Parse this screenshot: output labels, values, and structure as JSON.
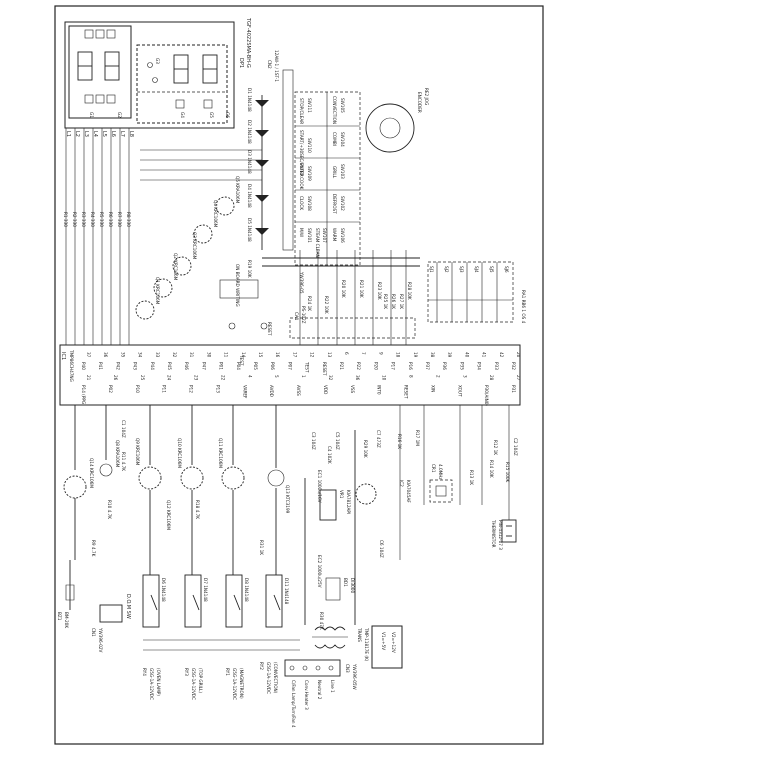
{
  "ic1": {
    "name": "IC1",
    "part": "TMP86CH47NG",
    "pins": [
      {
        "n": "37",
        "p": "P40"
      },
      {
        "n": "36",
        "p": "P41"
      },
      {
        "n": "35",
        "p": "P42"
      },
      {
        "n": "34",
        "p": "P43"
      },
      {
        "n": "33",
        "p": "P44"
      },
      {
        "n": "32",
        "p": "P45"
      },
      {
        "n": "31",
        "p": "P46"
      },
      {
        "n": "30",
        "p": "P47"
      },
      {
        "n": "11",
        "p": "P01"
      },
      {
        "n": "14",
        "p": "P04"
      },
      {
        "n": "15",
        "p": "P05"
      },
      {
        "n": "16",
        "p": "P06"
      },
      {
        "n": "17",
        "p": "P07"
      },
      {
        "n": "12",
        "p": "TEST"
      },
      {
        "n": "13",
        "p": "RESET"
      },
      {
        "n": "6",
        "p": "P21"
      },
      {
        "n": "7",
        "p": "P22"
      },
      {
        "n": "9",
        "p": "P20"
      },
      {
        "n": "18",
        "p": "P17"
      },
      {
        "n": "19",
        "p": "P16"
      },
      {
        "n": "38",
        "p": "P37"
      },
      {
        "n": "39",
        "p": "P36"
      },
      {
        "n": "40",
        "p": "P35"
      },
      {
        "n": "41",
        "p": "P34"
      },
      {
        "n": "42",
        "p": "P33"
      },
      {
        "n": "20",
        "p": "P32"
      }
    ]
  },
  "ic1_bottom_pins": [
    {
      "n": "21",
      "p": "P14 (PPG)"
    },
    {
      "n": "26",
      "p": "P02"
    },
    {
      "n": "25",
      "p": "P10"
    },
    {
      "n": "24",
      "p": "P11"
    },
    {
      "n": "23",
      "p": "P12"
    },
    {
      "n": "22",
      "p": "P13"
    },
    {
      "n": "4",
      "p": "VAREF"
    },
    {
      "n": "5",
      "p": "AVDD"
    },
    {
      "n": "1",
      "p": "AVSS"
    },
    {
      "n": "32",
      "p": "VDD"
    },
    {
      "n": "36",
      "p": "VSS"
    },
    {
      "n": "10",
      "p": "INT0"
    },
    {
      "n": "8",
      "p": "RESET"
    },
    {
      "n": "2",
      "p": "XIN"
    },
    {
      "n": "3",
      "p": "XOUT"
    },
    {
      "n": "28",
      "p": "P30(AIN0)"
    },
    {
      "n": "27",
      "p": "P31"
    }
  ],
  "display": {
    "name": "DP1",
    "part": "TGF-4022SMA-BH-G",
    "grid_labels": [
      "G1",
      "G2",
      "G3",
      "G4",
      "G5",
      "G6"
    ]
  },
  "lines": [
    "L1",
    "L2",
    "L3",
    "L4",
    "L5",
    "L6",
    "L7",
    "L8"
  ],
  "resistors_seg": [
    "R1 330",
    "R2 330",
    "R3 330",
    "R4 330",
    "R5 330",
    "R6 330",
    "R7 330",
    "R8 330"
  ],
  "connector_cn2": {
    "name": "CN2",
    "part": "12AW-1 / 1ST-1"
  },
  "diodes": [
    "D1 1N4148",
    "D2 1N4148",
    "D3 1N4148",
    "D4 1N4148",
    "D5 1N4148"
  ],
  "switches": [
    {
      "label": "STOP/CLEAR",
      "id": "SW111"
    },
    {
      "label": "CONVECTION",
      "id": "SW105"
    },
    {
      "label": "START/+30SEC/ENTER",
      "id": "SW110"
    },
    {
      "label": "COMBI",
      "id": "SW104"
    },
    {
      "label": "AUTO COOK",
      "id": "SW109"
    },
    {
      "label": "GRILL",
      "id": "SW103"
    },
    {
      "label": "CLOCK",
      "id": "SW108"
    },
    {
      "label": "DEFROST",
      "id": "SW102"
    },
    {
      "label": "WARM",
      "id": "SW106"
    },
    {
      "label": "M/W",
      "id": "SW101"
    },
    {
      "label": "STEAM CLEAN",
      "id": "SW107"
    }
  ],
  "encoder": {
    "name": "ENCODER",
    "label": "RE2 JOG"
  },
  "transistors_top": [
    "Q1 KRC106M",
    "Q2 KRC106M",
    "Q3 KRC106M",
    "Q4 KRC106M",
    "Q5 KRA106M"
  ],
  "resistors_misc": [
    "R19 10K",
    "R20 10K",
    "R21 10K",
    "R22 10K",
    "R23 10K",
    "R24 1K",
    "R25 1K",
    "R26 1K",
    "R27 1K",
    "R28 10K"
  ],
  "ca1": {
    "name": "CA1",
    "part": "PS-102Z"
  },
  "test_pad": "TEST",
  "reset_pad": "RESET",
  "on_board_writing": "ON BOARD WRITING",
  "cn_writing": "YW396-05",
  "right_connectors": [
    "SJ1",
    "SJ2",
    "SJ3",
    "SJ4",
    "SJ5",
    "SJ6"
  ],
  "right_cap_array": "RA1 RB6 1 OS 4",
  "relays": [
    {
      "id": "RY4",
      "label": "G5G-1A-12VDC",
      "func": "(OVEN LAMP)"
    },
    {
      "id": "RY3",
      "label": "G5G-1A-12VDC",
      "func": "(TOP GRILL)"
    },
    {
      "id": "RY1",
      "label": "G5G-1A-12VDC",
      "func": "(MAGNETRON)"
    },
    {
      "id": "RY2",
      "label": "G5G-1A-12VDC",
      "func": "(CONVECTION)"
    }
  ],
  "relay_diodes": [
    "D6 1N4148",
    "D7 1N4148",
    "D8 1N4148",
    "D11 1N4148"
  ],
  "bottom_transistors": [
    "Q14 KRC106M",
    "Q8 KRA106M",
    "Q9 KRC106M",
    "Q10 KRC106M",
    "Q11 KRC106M",
    "Q12 KRC106M",
    "Q13 KTC3199"
  ],
  "buzzer": {
    "name": "BZ1",
    "part": "BM-20K"
  },
  "door_switch": "D.O.M SW",
  "cn1": {
    "name": "CN1",
    "part": "YW396-02V"
  },
  "cn3": {
    "name": "CN3",
    "part": "YW396-05W"
  },
  "transformer": {
    "name": "TRANS",
    "part": "TMP-11817E (K)"
  },
  "pins_bottom": [
    "C/Fan Lamp/Turn/Fan 4",
    "Conv.Heater 3",
    "Neutral 2",
    "Line 1"
  ],
  "regulator": {
    "name": "VR1",
    "part": "KIA7812API"
  },
  "bridge": {
    "name": "BD1",
    "part": "DI3000"
  },
  "crystal": {
    "name": "CR1",
    "part": "4.0MHz"
  },
  "reset_ic": {
    "name": "IC2",
    "part": "KIA7045AF"
  },
  "thermistor": {
    "name": "THERMISTOR",
    "part": "PIN-4312-07 3"
  },
  "legend": [
    "V1=+5V",
    "V2=+12V"
  ],
  "small_values": [
    "C1 104Z",
    "C2 104Z",
    "C3 104Z",
    "C4 102K",
    "C5 104Z",
    "C6 104Z",
    "C7 473Z",
    "EC1 1000u/16V",
    "EC2 1000u/25V",
    "R9 4.7K",
    "R10 4.7K",
    "R11 4.7K",
    "R12 1K",
    "R13 1K",
    "R14 10K",
    "R15 100K",
    "R16 1K",
    "R17 1M",
    "R18 4.7K",
    "R29 10K",
    "R30 47K",
    "R31 1K"
  ]
}
